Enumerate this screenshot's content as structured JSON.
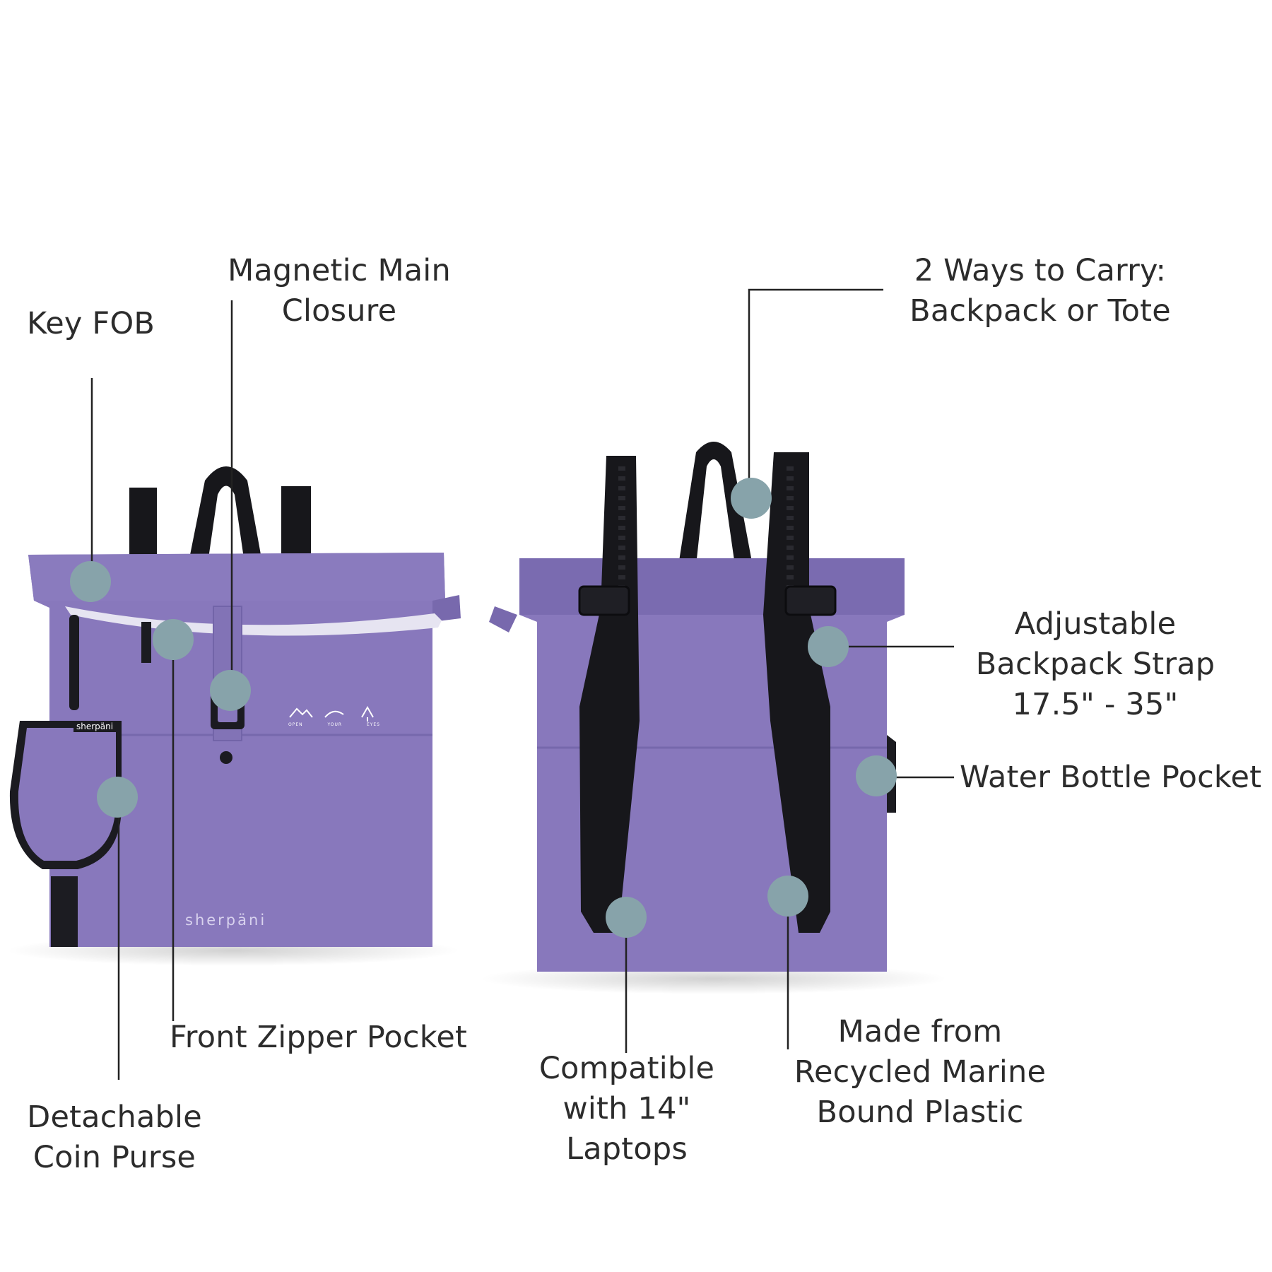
{
  "colors": {
    "bag_purple": "#8878bc",
    "bag_purple_dark": "#7565aa",
    "strap_black": "#17171b",
    "zipper_white": "#e6e4f1",
    "hotspot": "#87a3aa",
    "leader_line": "#222222"
  },
  "brand": {
    "logo_text": "sherpäni",
    "small_print": [
      "OPEN",
      "YOUR",
      "EYES"
    ]
  },
  "callouts": {
    "key_fob": "Key FOB",
    "magnetic_closure": [
      "Magnetic Main",
      "Closure"
    ],
    "front_zipper": "Front Zipper Pocket",
    "coin_purse": [
      "Detachable",
      "Coin Purse"
    ],
    "two_ways": [
      "2 Ways to Carry:",
      "Backpack or Tote"
    ],
    "adjustable_strap": [
      "Adjustable",
      "Backpack Strap",
      "17.5\" - 35\""
    ],
    "water_bottle": "Water Bottle Pocket",
    "laptop": [
      "Compatible",
      "with 14\"",
      "Laptops"
    ],
    "recycled": [
      "Made from",
      "Recycled Marine",
      "Bound Plastic"
    ]
  }
}
